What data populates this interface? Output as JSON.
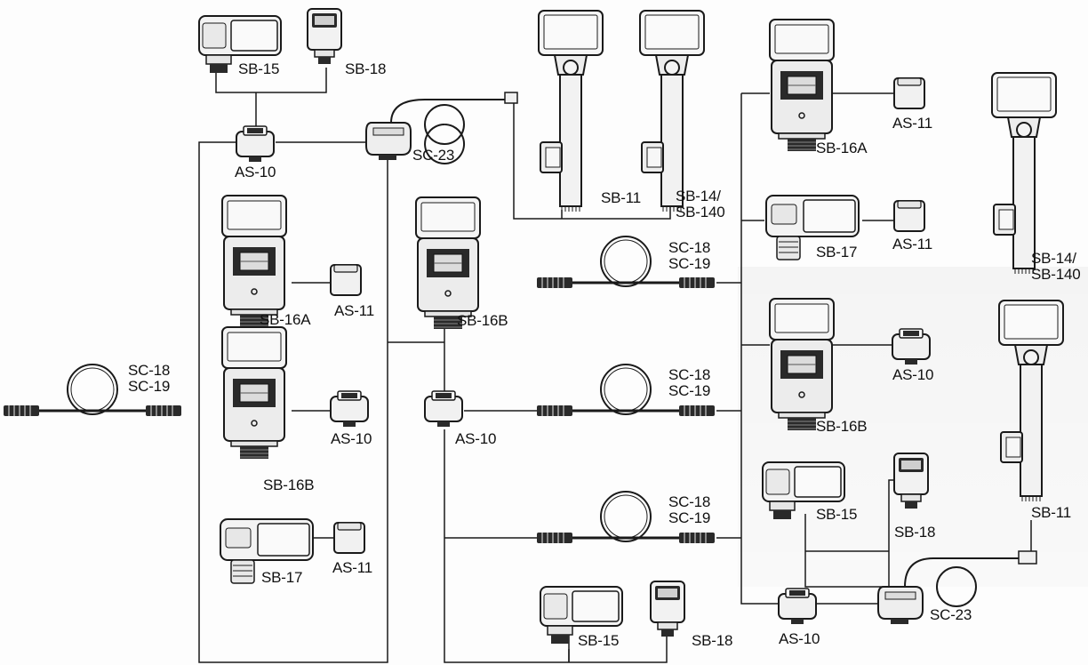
{
  "colors": {
    "line": "#1a1a1a",
    "device_fill": "#f4f4f4",
    "device_dark": "#2a2a2a",
    "lens": "#d9d9d9"
  },
  "labels": {
    "sb15_tl": "SB-15",
    "sb18_tl": "SB-18",
    "as10_tl": "AS-10",
    "sc23_top": "SC-23",
    "sb11_top": "SB-11",
    "sb14_top_1": "SB-14/",
    "sb14_top_2": "SB-140",
    "sb16a_tr": "SB-16A",
    "as11_tr1": "AS-11",
    "sb17_r": "SB-17",
    "as11_tr2": "AS-11",
    "sb14_far_1": "SB-14/",
    "sb14_far_2": "SB-140",
    "sb16a_l": "SB-16A",
    "as11_l": "AS-11",
    "sb16b_c": "SB-16B",
    "sc_c1_1": "SC-18",
    "sc_c1_2": "SC-19",
    "sc_left_1": "SC-18",
    "sc_left_2": "SC-19",
    "as10_l": "AS-10",
    "sb16b_l": "SB-16B",
    "as10_c": "AS-10",
    "sc_c2_1": "SC-18",
    "sc_c2_2": "SC-19",
    "sb16b_r": "SB-16B",
    "as10_r": "AS-10",
    "sb11_r": "SB-11",
    "sb17_l": "SB-17",
    "as11_bl": "AS-11",
    "sc_c3_1": "SC-18",
    "sc_c3_2": "SC-19",
    "sb15_r": "SB-15",
    "sb18_r": "SB-18",
    "sb15_b": "SB-15",
    "sb18_b": "SB-18",
    "as10_br": "AS-10",
    "sc23_br": "SC-23"
  }
}
